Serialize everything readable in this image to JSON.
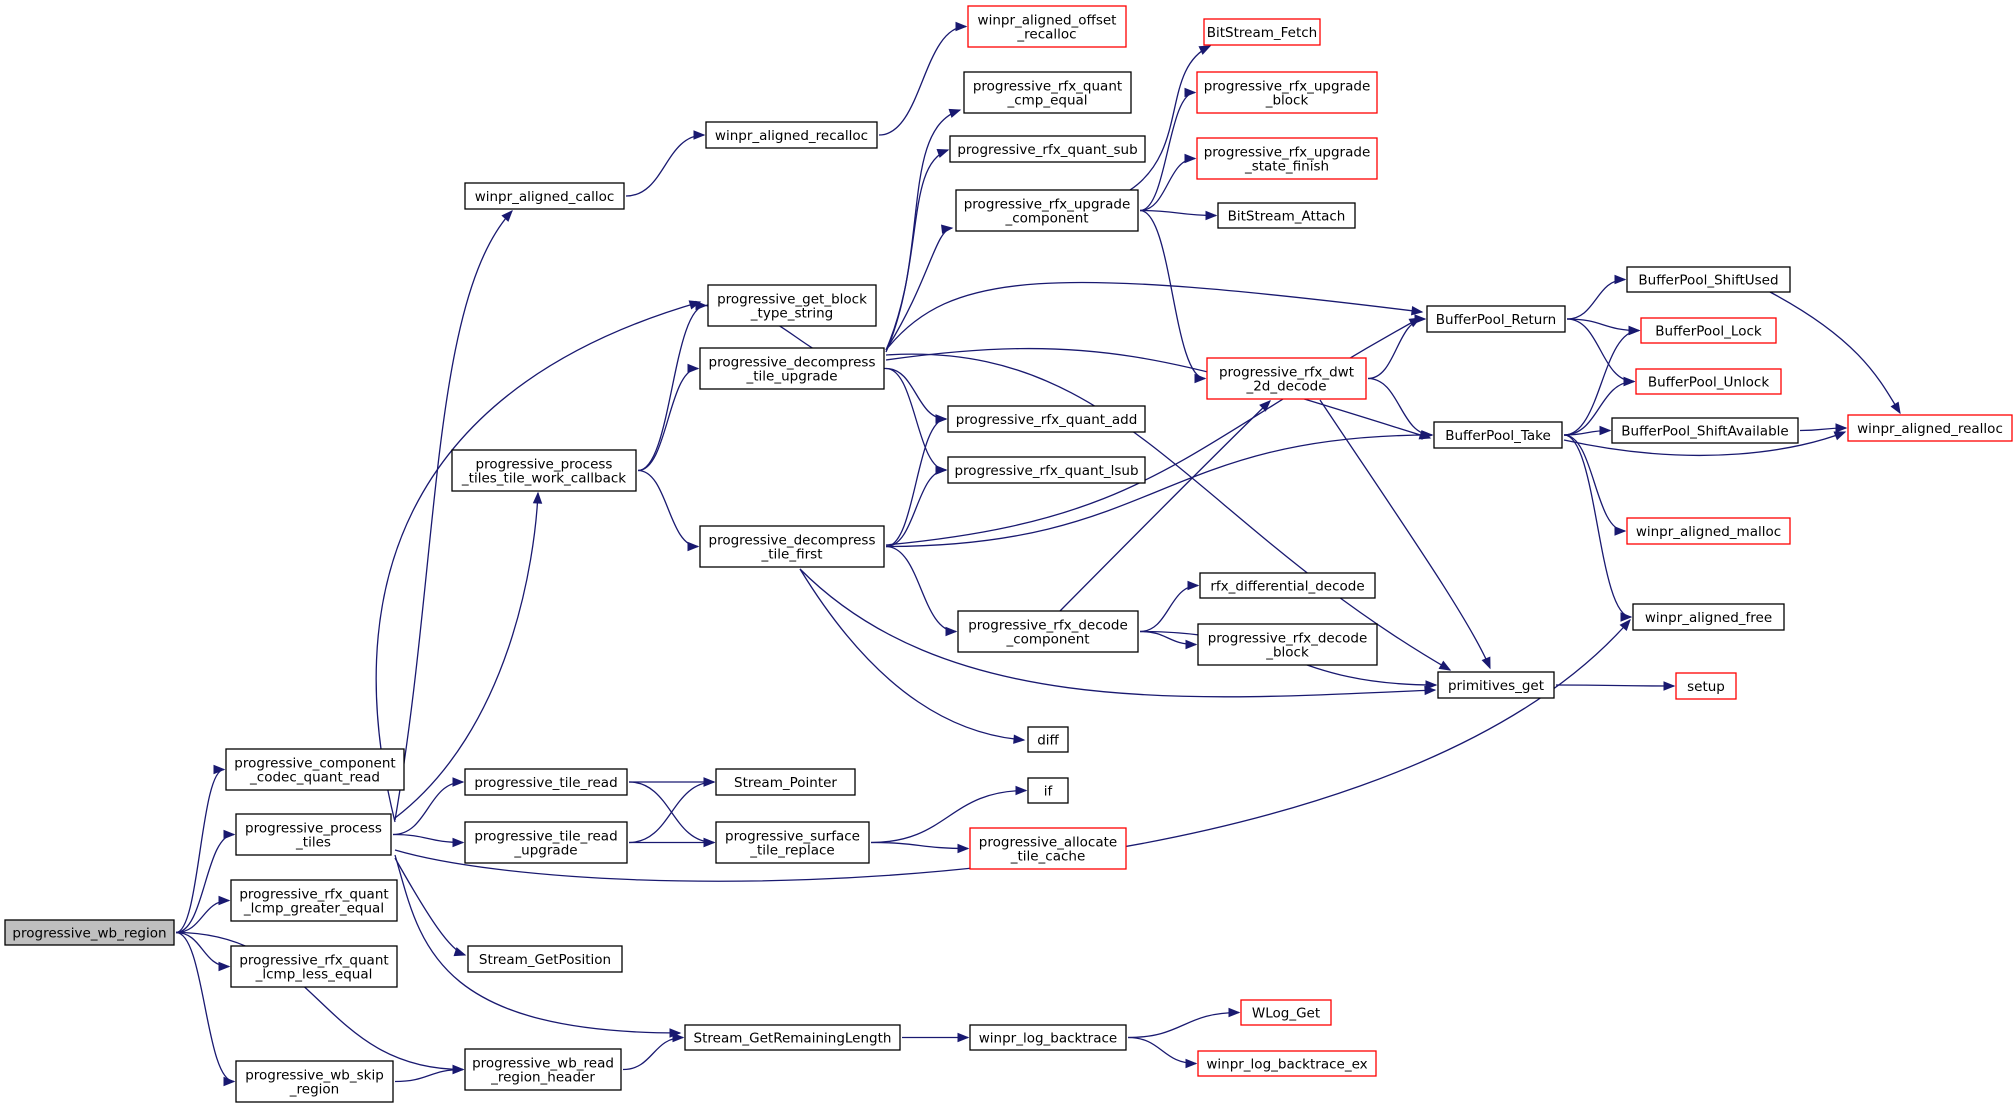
{
  "colors": {
    "edge": "#191970",
    "node_border_normal": "#000000",
    "node_border_truncated": "#ff0000",
    "root_fill": "#bfbfbf",
    "node_fill": "#ffffff"
  },
  "nodes": [
    {
      "id": "progressive_wb_region",
      "lines": [
        "progressive_wb_region"
      ],
      "kind": "root"
    },
    {
      "id": "progressive_component_codec_quant_read",
      "lines": [
        "progressive_component",
        "_codec_quant_read"
      ],
      "kind": "normal"
    },
    {
      "id": "progressive_process_tiles",
      "lines": [
        "progressive_process",
        "_tiles"
      ],
      "kind": "normal"
    },
    {
      "id": "progressive_rfx_quant_lcmp_greater_equal",
      "lines": [
        "progressive_rfx_quant",
        "_lcmp_greater_equal"
      ],
      "kind": "normal"
    },
    {
      "id": "progressive_rfx_quant_lcmp_less_equal",
      "lines": [
        "progressive_rfx_quant",
        "_lcmp_less_equal"
      ],
      "kind": "normal"
    },
    {
      "id": "progressive_wb_skip_region",
      "lines": [
        "progressive_wb_skip",
        "_region"
      ],
      "kind": "normal"
    },
    {
      "id": "progressive_wb_read_region_header",
      "lines": [
        "progressive_wb_read",
        "_region_header"
      ],
      "kind": "normal"
    },
    {
      "id": "winpr_aligned_calloc",
      "lines": [
        "winpr_aligned_calloc"
      ],
      "kind": "normal"
    },
    {
      "id": "progressive_get_block_type_string",
      "lines": [
        "progressive_get_block",
        "_type_string"
      ],
      "kind": "normal"
    },
    {
      "id": "progressive_process_tiles_tile_work_callback",
      "lines": [
        "progressive_process",
        "_tiles_tile_work_callback"
      ],
      "kind": "normal"
    },
    {
      "id": "progressive_tile_read",
      "lines": [
        "progressive_tile_read"
      ],
      "kind": "normal"
    },
    {
      "id": "progressive_tile_read_upgrade",
      "lines": [
        "progressive_tile_read",
        "_upgrade"
      ],
      "kind": "normal"
    },
    {
      "id": "Stream_GetPosition",
      "lines": [
        "Stream_GetPosition"
      ],
      "kind": "normal"
    },
    {
      "id": "Stream_GetRemainingLength",
      "lines": [
        "Stream_GetRemainingLength"
      ],
      "kind": "normal"
    },
    {
      "id": "winpr_aligned_recalloc",
      "lines": [
        "winpr_aligned_recalloc"
      ],
      "kind": "normal"
    },
    {
      "id": "winpr_aligned_offset_recalloc",
      "lines": [
        "winpr_aligned_offset",
        "_recalloc"
      ],
      "kind": "truncated"
    },
    {
      "id": "progressive_decompress_tile_upgrade",
      "lines": [
        "progressive_decompress",
        "_tile_upgrade"
      ],
      "kind": "normal"
    },
    {
      "id": "progressive_decompress_tile_first",
      "lines": [
        "progressive_decompress",
        "_tile_first"
      ],
      "kind": "normal"
    },
    {
      "id": "Stream_Pointer",
      "lines": [
        "Stream_Pointer"
      ],
      "kind": "normal"
    },
    {
      "id": "progressive_surface_tile_replace",
      "lines": [
        "progressive_surface",
        "_tile_replace"
      ],
      "kind": "normal"
    },
    {
      "id": "winpr_log_backtrace",
      "lines": [
        "winpr_log_backtrace"
      ],
      "kind": "normal"
    },
    {
      "id": "progressive_rfx_quant_cmp_equal",
      "lines": [
        "progressive_rfx_quant",
        "_cmp_equal"
      ],
      "kind": "normal"
    },
    {
      "id": "progressive_rfx_quant_sub",
      "lines": [
        "progressive_rfx_quant_sub"
      ],
      "kind": "normal"
    },
    {
      "id": "progressive_rfx_upgrade_component",
      "lines": [
        "progressive_rfx_upgrade",
        "_component"
      ],
      "kind": "normal"
    },
    {
      "id": "progressive_rfx_quant_add",
      "lines": [
        "progressive_rfx_quant_add"
      ],
      "kind": "normal"
    },
    {
      "id": "progressive_rfx_quant_lsub",
      "lines": [
        "progressive_rfx_quant_lsub"
      ],
      "kind": "normal"
    },
    {
      "id": "progressive_rfx_decode_component",
      "lines": [
        "progressive_rfx_decode",
        "_component"
      ],
      "kind": "normal"
    },
    {
      "id": "diff",
      "lines": [
        "diff"
      ],
      "kind": "normal"
    },
    {
      "id": "if",
      "lines": [
        "if"
      ],
      "kind": "normal"
    },
    {
      "id": "progressive_allocate_tile_cache",
      "lines": [
        "progressive_allocate",
        "_tile_cache"
      ],
      "kind": "truncated"
    },
    {
      "id": "BitStream_Fetch",
      "lines": [
        "BitStream_Fetch"
      ],
      "kind": "truncated"
    },
    {
      "id": "progressive_rfx_upgrade_block",
      "lines": [
        "progressive_rfx_upgrade",
        "_block"
      ],
      "kind": "truncated"
    },
    {
      "id": "progressive_rfx_upgrade_state_finish",
      "lines": [
        "progressive_rfx_upgrade",
        "_state_finish"
      ],
      "kind": "truncated"
    },
    {
      "id": "BitStream_Attach",
      "lines": [
        "BitStream_Attach"
      ],
      "kind": "normal"
    },
    {
      "id": "progressive_rfx_dwt_2d_decode",
      "lines": [
        "progressive_rfx_dwt",
        "_2d_decode"
      ],
      "kind": "truncated"
    },
    {
      "id": "rfx_differential_decode",
      "lines": [
        "rfx_differential_decode"
      ],
      "kind": "normal"
    },
    {
      "id": "progressive_rfx_decode_block",
      "lines": [
        "progressive_rfx_decode",
        "_block"
      ],
      "kind": "normal"
    },
    {
      "id": "WLog_Get",
      "lines": [
        "WLog_Get"
      ],
      "kind": "truncated"
    },
    {
      "id": "winpr_log_backtrace_ex",
      "lines": [
        "winpr_log_backtrace_ex"
      ],
      "kind": "truncated"
    },
    {
      "id": "BufferPool_Return",
      "lines": [
        "BufferPool_Return"
      ],
      "kind": "normal"
    },
    {
      "id": "BufferPool_Take",
      "lines": [
        "BufferPool_Take"
      ],
      "kind": "normal"
    },
    {
      "id": "primitives_get",
      "lines": [
        "primitives_get"
      ],
      "kind": "normal"
    },
    {
      "id": "BufferPool_ShiftUsed",
      "lines": [
        "BufferPool_ShiftUsed"
      ],
      "kind": "normal"
    },
    {
      "id": "BufferPool_Lock",
      "lines": [
        "BufferPool_Lock"
      ],
      "kind": "truncated"
    },
    {
      "id": "BufferPool_Unlock",
      "lines": [
        "BufferPool_Unlock"
      ],
      "kind": "truncated"
    },
    {
      "id": "BufferPool_ShiftAvailable",
      "lines": [
        "BufferPool_ShiftAvailable"
      ],
      "kind": "normal"
    },
    {
      "id": "winpr_aligned_malloc",
      "lines": [
        "winpr_aligned_malloc"
      ],
      "kind": "truncated"
    },
    {
      "id": "winpr_aligned_free",
      "lines": [
        "winpr_aligned_free"
      ],
      "kind": "normal"
    },
    {
      "id": "setup",
      "lines": [
        "setup"
      ],
      "kind": "truncated"
    },
    {
      "id": "winpr_aligned_realloc",
      "lines": [
        "winpr_aligned_realloc"
      ],
      "kind": "truncated"
    }
  ],
  "edges": [
    [
      "progressive_wb_region",
      "progressive_component_codec_quant_read"
    ],
    [
      "progressive_wb_region",
      "progressive_process_tiles"
    ],
    [
      "progressive_wb_region",
      "progressive_rfx_quant_lcmp_greater_equal"
    ],
    [
      "progressive_wb_region",
      "progressive_rfx_quant_lcmp_less_equal"
    ],
    [
      "progressive_wb_region",
      "progressive_wb_skip_region"
    ],
    [
      "progressive_wb_region",
      "progressive_wb_read_region_header"
    ],
    [
      "progressive_process_tiles",
      "winpr_aligned_calloc"
    ],
    [
      "progressive_process_tiles",
      "progressive_get_block_type_string"
    ],
    [
      "progressive_process_tiles",
      "progressive_process_tiles_tile_work_callback"
    ],
    [
      "progressive_process_tiles",
      "progressive_tile_read"
    ],
    [
      "progressive_process_tiles",
      "progressive_tile_read_upgrade"
    ],
    [
      "progressive_process_tiles",
      "Stream_GetPosition"
    ],
    [
      "progressive_process_tiles",
      "Stream_GetRemainingLength"
    ],
    [
      "progressive_process_tiles",
      "winpr_aligned_free"
    ],
    [
      "progressive_wb_skip_region",
      "progressive_wb_read_region_header"
    ],
    [
      "progressive_wb_read_region_header",
      "Stream_GetRemainingLength"
    ],
    [
      "winpr_aligned_calloc",
      "winpr_aligned_recalloc"
    ],
    [
      "winpr_aligned_recalloc",
      "winpr_aligned_offset_recalloc"
    ],
    [
      "progressive_process_tiles_tile_work_callback",
      "progressive_get_block_type_string"
    ],
    [
      "progressive_process_tiles_tile_work_callback",
      "progressive_decompress_tile_upgrade"
    ],
    [
      "progressive_process_tiles_tile_work_callback",
      "progressive_decompress_tile_first"
    ],
    [
      "progressive_tile_read",
      "Stream_Pointer"
    ],
    [
      "progressive_tile_read",
      "progressive_surface_tile_replace"
    ],
    [
      "progressive_tile_read_upgrade",
      "Stream_Pointer"
    ],
    [
      "progressive_tile_read_upgrade",
      "progressive_surface_tile_replace"
    ],
    [
      "Stream_GetRemainingLength",
      "winpr_log_backtrace"
    ],
    [
      "winpr_log_backtrace",
      "WLog_Get"
    ],
    [
      "winpr_log_backtrace",
      "winpr_log_backtrace_ex"
    ],
    [
      "progressive_surface_tile_replace",
      "if"
    ],
    [
      "progressive_surface_tile_replace",
      "progressive_allocate_tile_cache"
    ],
    [
      "progressive_decompress_tile_upgrade",
      "progressive_get_block_type_string"
    ],
    [
      "progressive_decompress_tile_upgrade",
      "progressive_rfx_quant_cmp_equal"
    ],
    [
      "progressive_decompress_tile_upgrade",
      "progressive_rfx_quant_sub"
    ],
    [
      "progressive_decompress_tile_upgrade",
      "progressive_rfx_upgrade_component"
    ],
    [
      "progressive_decompress_tile_upgrade",
      "progressive_rfx_quant_add"
    ],
    [
      "progressive_decompress_tile_upgrade",
      "progressive_rfx_quant_lsub"
    ],
    [
      "progressive_decompress_tile_upgrade",
      "BufferPool_Return"
    ],
    [
      "progressive_decompress_tile_upgrade",
      "BufferPool_Take"
    ],
    [
      "progressive_decompress_tile_upgrade",
      "primitives_get"
    ],
    [
      "progressive_decompress_tile_first",
      "progressive_rfx_quant_add"
    ],
    [
      "progressive_decompress_tile_first",
      "progressive_rfx_quant_lsub"
    ],
    [
      "progressive_decompress_tile_first",
      "progressive_rfx_decode_component"
    ],
    [
      "progressive_decompress_tile_first",
      "diff"
    ],
    [
      "progressive_decompress_tile_first",
      "primitives_get"
    ],
    [
      "progressive_decompress_tile_first",
      "BufferPool_Return"
    ],
    [
      "progressive_decompress_tile_first",
      "BufferPool_Take"
    ],
    [
      "progressive_rfx_upgrade_component",
      "BitStream_Fetch"
    ],
    [
      "progressive_rfx_upgrade_component",
      "progressive_rfx_upgrade_block"
    ],
    [
      "progressive_rfx_upgrade_component",
      "progressive_rfx_upgrade_state_finish"
    ],
    [
      "progressive_rfx_upgrade_component",
      "BitStream_Attach"
    ],
    [
      "progressive_rfx_upgrade_component",
      "progressive_rfx_dwt_2d_decode"
    ],
    [
      "progressive_rfx_decode_component",
      "progressive_rfx_dwt_2d_decode"
    ],
    [
      "progressive_rfx_decode_component",
      "rfx_differential_decode"
    ],
    [
      "progressive_rfx_decode_component",
      "progressive_rfx_decode_block"
    ],
    [
      "progressive_rfx_decode_component",
      "primitives_get"
    ],
    [
      "progressive_rfx_dwt_2d_decode",
      "BufferPool_Return"
    ],
    [
      "progressive_rfx_dwt_2d_decode",
      "BufferPool_Take"
    ],
    [
      "progressive_rfx_dwt_2d_decode",
      "primitives_get"
    ],
    [
      "BufferPool_Return",
      "BufferPool_ShiftUsed"
    ],
    [
      "BufferPool_Return",
      "BufferPool_Lock"
    ],
    [
      "BufferPool_Return",
      "BufferPool_Unlock"
    ],
    [
      "BufferPool_Take",
      "BufferPool_Lock"
    ],
    [
      "BufferPool_Take",
      "BufferPool_Unlock"
    ],
    [
      "BufferPool_Take",
      "BufferPool_ShiftAvailable"
    ],
    [
      "BufferPool_Take",
      "winpr_aligned_realloc"
    ],
    [
      "BufferPool_Take",
      "winpr_aligned_malloc"
    ],
    [
      "BufferPool_Take",
      "winpr_aligned_free"
    ],
    [
      "BufferPool_ShiftUsed",
      "winpr_aligned_realloc"
    ],
    [
      "BufferPool_ShiftAvailable",
      "winpr_aligned_realloc"
    ],
    [
      "primitives_get",
      "setup"
    ]
  ]
}
